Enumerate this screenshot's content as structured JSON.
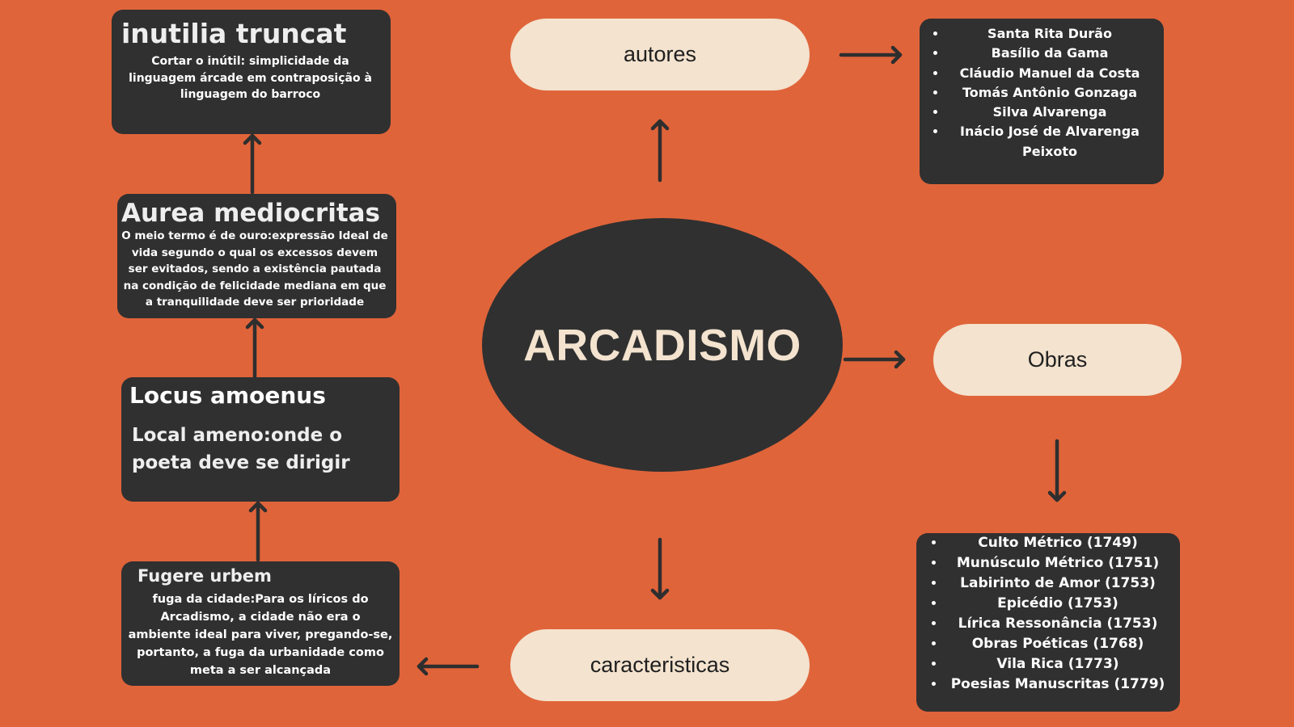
{
  "colors": {
    "background": "#e0643a",
    "box": "#303030",
    "pill": "#f3e3cf"
  },
  "center": {
    "label": "ARCADISMO"
  },
  "nodes": {
    "autores": "autores",
    "obras": "Obras",
    "caracteristicas": "caracteristicas"
  },
  "autores_list": [
    "Santa Rita Durão",
    "Basílio da Gama",
    "Cláudio Manuel da  Costa",
    "Tomás Antônio Gonzaga",
    "Silva Alvarenga",
    "Inácio José de Alvarenga Peixoto"
  ],
  "obras_list": [
    "Culto Métrico (1749)",
    "Munúsculo Métrico (1751)",
    "Labirinto de Amor (1753)",
    "Epicédio (1753)",
    "Lírica Ressonância (1753)",
    "Obras Poéticas (1768)",
    "Vila Rica (1773)",
    "Poesias Manuscritas (1779)"
  ],
  "inutilia": {
    "title": "inutilia truncat",
    "text": "Cortar o inútil:  simplicidade da linguagem árcade em contraposição à linguagem do barroco"
  },
  "aurea": {
    "title": "Aurea mediocritas",
    "text": "O meio termo é de ouro:expressão Ideal de vida segundo o qual os excessos devem ser evitados, sendo a existência pautada na condição de felicidade mediana em que a tranquilidade deve ser prioridade"
  },
  "locus": {
    "title": "Locus amoenus",
    "text": "Local ameno:onde o poeta deve se dirigir"
  },
  "fugere": {
    "title": "Fugere urbem",
    "text": "fuga da cidade:Para os líricos do Arcadismo, a cidade não era o ambiente ideal para viver, pregando-se, portanto, a fuga da urbanidade como meta a ser alcançada"
  }
}
